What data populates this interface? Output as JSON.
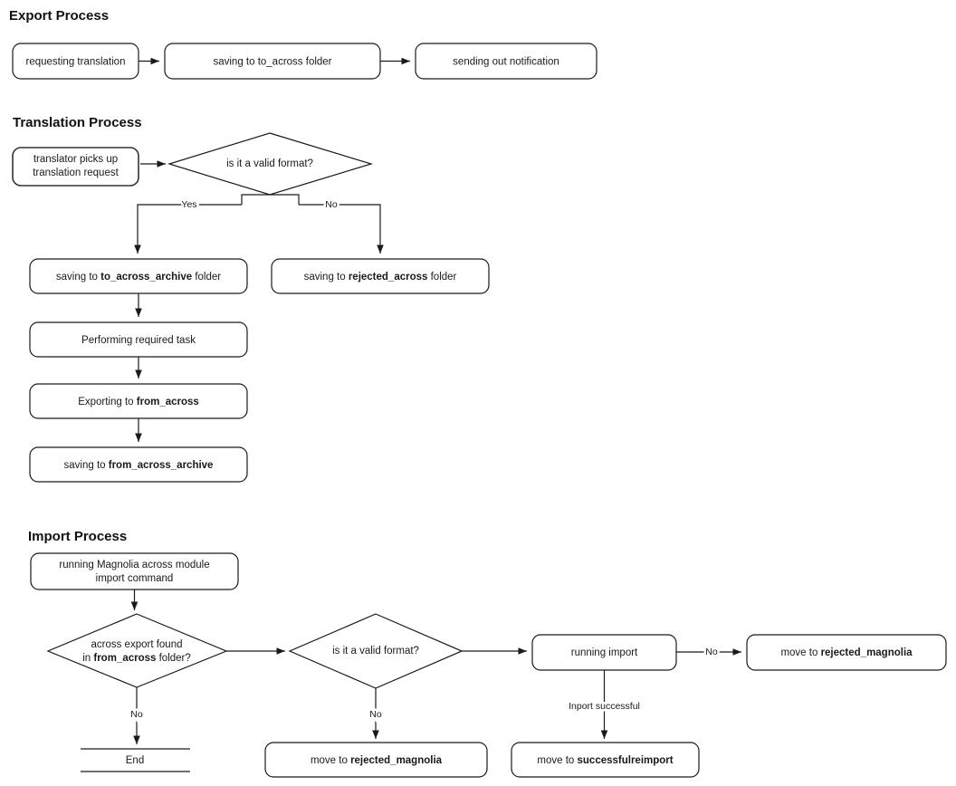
{
  "diagram": {
    "title_visible": false,
    "sections": [
      {
        "id": "export",
        "heading": "Export Process"
      },
      {
        "id": "translation",
        "heading": "Translation Process"
      },
      {
        "id": "import",
        "heading": "Import Process"
      }
    ],
    "colors": {
      "background": "#ffffff",
      "stroke": "#1a1a1a",
      "text": "#1a1a1a",
      "heading": "#111111"
    }
  },
  "export_process": {
    "heading": "Export Process",
    "nodes": [
      {
        "id": "exp1",
        "type": "process",
        "label": "requesting translation"
      },
      {
        "id": "exp2",
        "type": "process",
        "label": "saving to to_across folder"
      },
      {
        "id": "exp3",
        "type": "process",
        "label": "sending out notification"
      }
    ],
    "edges": [
      {
        "from": "exp1",
        "to": "exp2",
        "label": ""
      },
      {
        "from": "exp2",
        "to": "exp3",
        "label": ""
      }
    ]
  },
  "translation_process": {
    "heading": "Translation Process",
    "nodes": [
      {
        "id": "tr1",
        "type": "process",
        "label_line1": "translator picks up",
        "label_line2": "translation request"
      },
      {
        "id": "tr2",
        "type": "decision",
        "label": "is it a valid format?"
      },
      {
        "id": "tr3",
        "type": "process",
        "label_pre": "saving to ",
        "label_bold": "to_across_archive",
        "label_post": " folder"
      },
      {
        "id": "tr4",
        "type": "process",
        "label_pre": "saving to ",
        "label_bold": "rejected_across",
        "label_post": " folder"
      },
      {
        "id": "tr5",
        "type": "process",
        "label": "Performing required task"
      },
      {
        "id": "tr6",
        "type": "process",
        "label_pre": "Exporting to ",
        "label_bold": "from_across",
        "label_post": ""
      },
      {
        "id": "tr7",
        "type": "process",
        "label_pre": "saving to ",
        "label_bold": "from_across_archive",
        "label_post": ""
      }
    ],
    "edges": [
      {
        "from": "tr1",
        "to": "tr2",
        "label": ""
      },
      {
        "from": "tr2",
        "to": "tr3",
        "label": "Yes"
      },
      {
        "from": "tr2",
        "to": "tr4",
        "label": "No"
      },
      {
        "from": "tr3",
        "to": "tr5",
        "label": ""
      },
      {
        "from": "tr5",
        "to": "tr6",
        "label": ""
      },
      {
        "from": "tr6",
        "to": "tr7",
        "label": ""
      }
    ]
  },
  "import_process": {
    "heading": "Import Process",
    "nodes": [
      {
        "id": "im1",
        "type": "process",
        "label_line1": "running Magnolia across module",
        "label_line2": "import command"
      },
      {
        "id": "im2",
        "type": "decision",
        "label_line1": "across export found",
        "label_pre2": "in ",
        "label_bold2": "from_across",
        "label_post2": " folder?"
      },
      {
        "id": "im3",
        "type": "terminator",
        "label": "End"
      },
      {
        "id": "im4",
        "type": "decision",
        "label": "is it a valid format?"
      },
      {
        "id": "im5",
        "type": "process",
        "label_pre": "move to ",
        "label_bold": "rejected_magnolia",
        "label_post": ""
      },
      {
        "id": "im6",
        "type": "process",
        "label": "running import"
      },
      {
        "id": "im7",
        "type": "process",
        "label_pre": "move to ",
        "label_bold": "rejected_magnolia",
        "label_post": ""
      },
      {
        "id": "im8",
        "type": "process",
        "label_pre": "move to ",
        "label_bold": "successfulreimport",
        "label_post": ""
      }
    ],
    "edges": [
      {
        "from": "im1",
        "to": "im2",
        "label": ""
      },
      {
        "from": "im2",
        "to": "im3",
        "label": "No"
      },
      {
        "from": "im2",
        "to": "im4",
        "label": ""
      },
      {
        "from": "im4",
        "to": "im5",
        "label": "No"
      },
      {
        "from": "im4",
        "to": "im6",
        "label": ""
      },
      {
        "from": "im6",
        "to": "im7",
        "label": "No"
      },
      {
        "from": "im6",
        "to": "im8",
        "label": "Inport successful"
      }
    ]
  }
}
